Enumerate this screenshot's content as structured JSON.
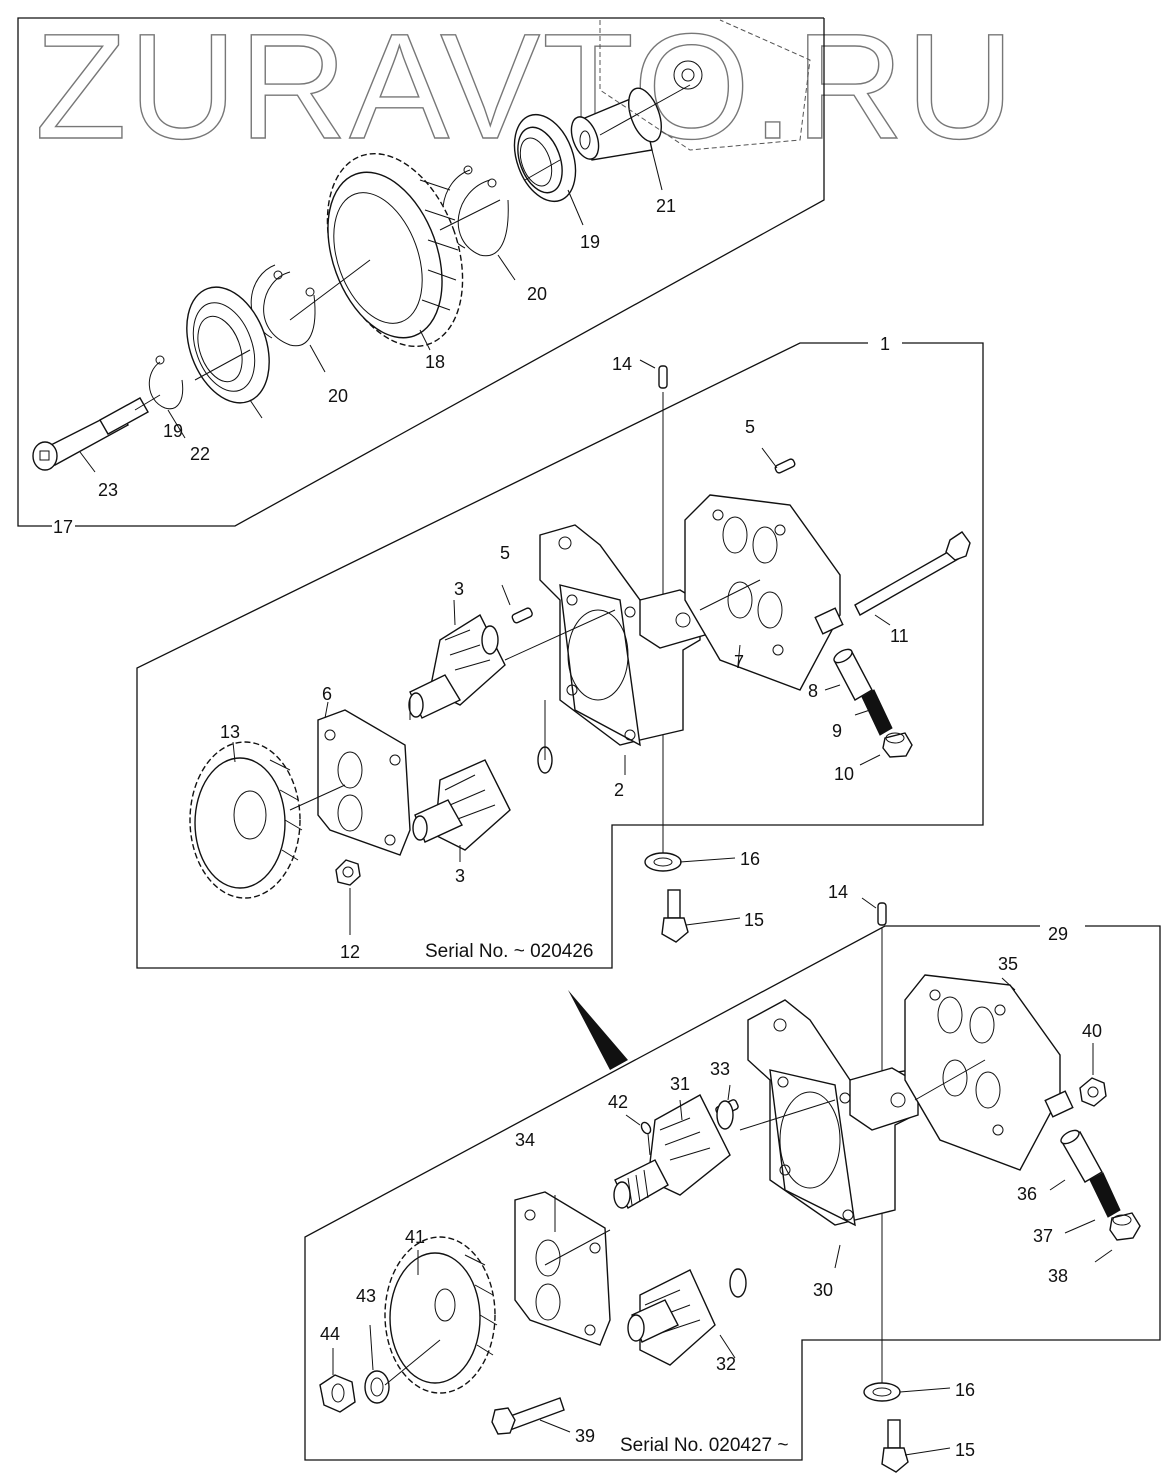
{
  "watermark": "ZURAVTO.RU",
  "groups": [
    {
      "id": "gear-assembly",
      "ref": "17",
      "parts": [
        "18",
        "19",
        "19",
        "20",
        "20",
        "21",
        "22",
        "23"
      ]
    },
    {
      "id": "oil-pump-early",
      "ref": "1",
      "serial_note": "Serial No. ~ 020426",
      "parts": [
        "2",
        "3",
        "3",
        "5",
        "5",
        "6",
        "7",
        "8",
        "9",
        "10",
        "11",
        "12",
        "13"
      ]
    },
    {
      "id": "oil-pump-late",
      "ref": "29",
      "serial_note": "Serial No. 020427 ~",
      "parts": [
        "30",
        "31",
        "32",
        "33",
        "34",
        "35",
        "36",
        "37",
        "38",
        "39",
        "40",
        "41",
        "42",
        "43",
        "44"
      ]
    }
  ],
  "labels": {
    "l1": "1",
    "l2": "2",
    "l3a": "3",
    "l3b": "3",
    "l5a": "5",
    "l5b": "5",
    "l6": "6",
    "l7": "7",
    "l8": "8",
    "l9": "9",
    "l10": "10",
    "l11": "11",
    "l12": "12",
    "l13": "13",
    "l14a": "14",
    "l14b": "14",
    "l15a": "15",
    "l15b": "15",
    "l16a": "16",
    "l16b": "16",
    "l17": "17",
    "l18": "18",
    "l19a": "19",
    "l19b": "19",
    "l20a": "20",
    "l20b": "20",
    "l21": "21",
    "l22": "22",
    "l23": "23",
    "l29": "29",
    "l30": "30",
    "l31": "31",
    "l32": "32",
    "l33": "33",
    "l34": "34",
    "l35": "35",
    "l36": "36",
    "l37": "37",
    "l38": "38",
    "l39": "39",
    "l40": "40",
    "l41": "41",
    "l42": "42",
    "l43": "43",
    "l44": "44"
  },
  "serials": {
    "early": "Serial No. ~ 020426",
    "late": "Serial No. 020427 ~"
  }
}
